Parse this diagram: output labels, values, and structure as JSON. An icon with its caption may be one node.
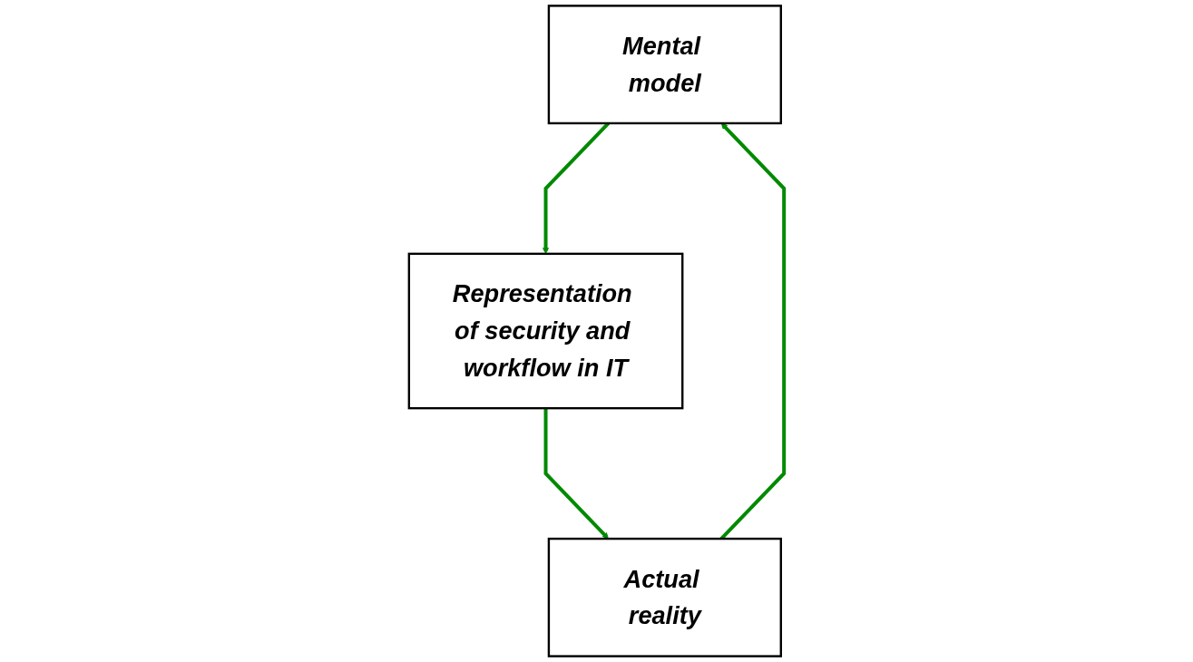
{
  "diagram": {
    "nodes": [
      {
        "text": [
          "Mental model"
        ]
      },
      {
        "text": [
          "Representation of security and workflow in IT"
        ]
      },
      {
        "text": [
          "Actual reality"
        ]
      }
    ],
    "edges": [
      {
        "from": 0,
        "to": 1,
        "arrow": "to"
      },
      {
        "from": 1,
        "to": 2,
        "arrow": "to"
      },
      {
        "from": 2,
        "to": 0,
        "arrow": "to"
      }
    ]
  }
}
